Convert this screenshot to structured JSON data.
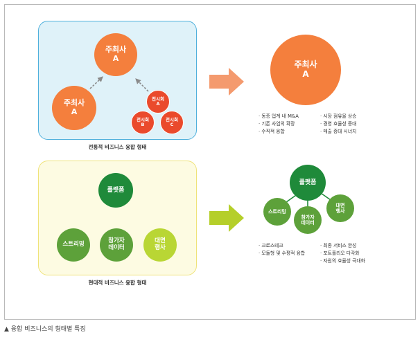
{
  "traditional": {
    "big_top": {
      "line1": "주최사",
      "line2": "A"
    },
    "big_left": {
      "line1": "주최사",
      "line2": "A"
    },
    "small_top": {
      "line1": "전시회",
      "line2": "A"
    },
    "small_left": {
      "line1": "전시회",
      "line2": "B"
    },
    "small_right": {
      "line1": "전시회",
      "line2": "C"
    },
    "caption": "전통적 비즈니스 융합 형태"
  },
  "traditional_result": {
    "circle": {
      "line1": "주최사",
      "line2": "A"
    },
    "bullets_left": [
      "· 동종 업계 내 M&A",
      "· 기존 사업의 확장",
      "· 수직적 융합"
    ],
    "bullets_right": [
      "· 시장 점유율 상승",
      "· 경영 효율성 증대",
      "· 매출 증대 시너지"
    ]
  },
  "modern": {
    "platform": "플랫폼",
    "streaming": "스트리밍",
    "participant_data": {
      "line1": "참가자",
      "line2": "데이터"
    },
    "offline_event": {
      "line1": "대면",
      "line2": "행사"
    },
    "caption": "현대적 비즈니스 융합 형태"
  },
  "modern_result": {
    "platform": "플랫폼",
    "streaming": "스트리밍",
    "participant_data": {
      "line1": "참가자",
      "line2": "데이터"
    },
    "offline_event": {
      "line1": "대면",
      "line2": "행사"
    },
    "bullets_left": [
      "· 크로스테크",
      "· 모듈형 및 수평적 융합"
    ],
    "bullets_right": [
      "· 최종 서비스 완성",
      "· 포트폴리오 다각화",
      "· 자원의 효율성 극대화"
    ]
  },
  "figure_caption": "▲ 융합 비즈니스의 형태별 특징",
  "colors": {
    "orange": "#f47f3d",
    "red": "#ea4a2c",
    "salmon_arrow": "#f49a6e",
    "green_dark": "#1f8a3a",
    "green_mid": "#5da13a",
    "green_light": "#b9d634",
    "lime_arrow": "#b5cf2a",
    "panel_blue": "#dff2f9",
    "panel_yellow": "#fdfbe2"
  }
}
